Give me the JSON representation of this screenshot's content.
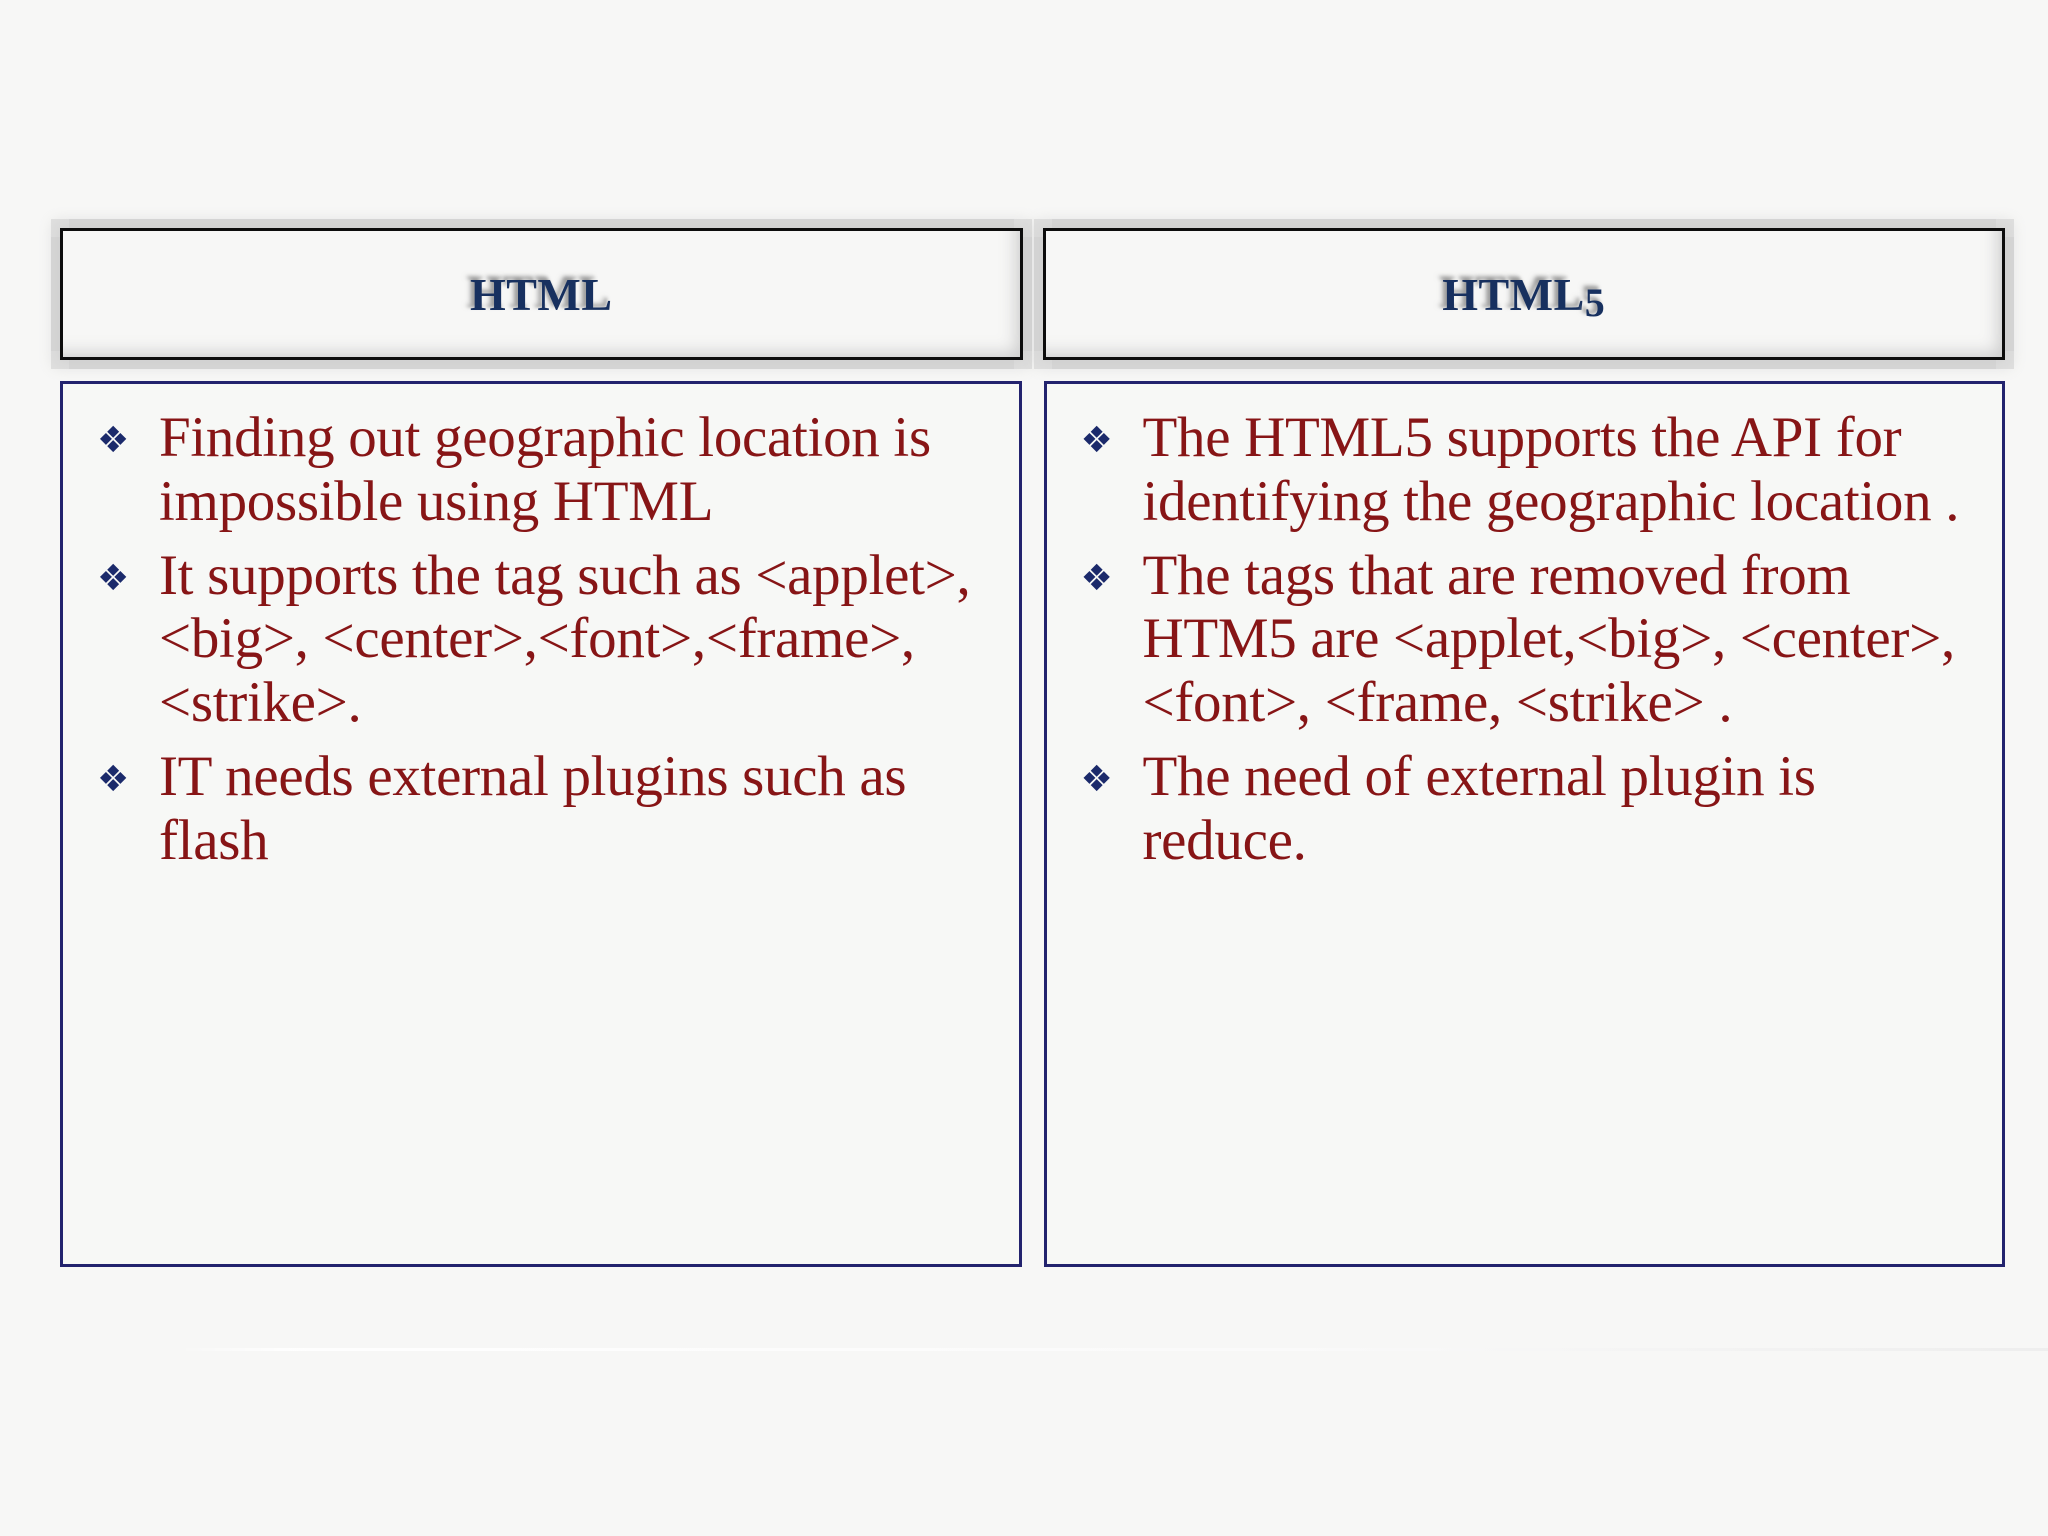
{
  "slide": {
    "background_color": "#f7f7f6",
    "accent_heading_color": "#17305f",
    "body_text_color": "#871516",
    "bullet_color": "#1b2a6b",
    "header_border_color": "#0d0d0d",
    "body_border_color": "#23236e"
  },
  "table": {
    "columns": [
      {
        "header": "HTML"
      },
      {
        "header_main": "HTML",
        "header_suffix": "5"
      }
    ],
    "left_column": {
      "header": "HTML",
      "bullets": [
        {
          "bullet": "❖",
          "text": "Finding out geographic location is impossible using HTML"
        },
        {
          "bullet": "❖",
          "text": "It supports the tag such as <applet>, <big>, <center>,<font>,<frame>,<strike>."
        },
        {
          "bullet": "❖",
          "text": "IT needs external plugins such as flash"
        }
      ]
    },
    "right_column": {
      "header_main": "HTML",
      "header_suffix": "5",
      "bullets": [
        {
          "bullet": "❖",
          "text": "The HTML5 supports the API for identifying the geographic location ."
        },
        {
          "bullet": "❖",
          "text": "The tags that are removed from HTM5 are <applet,<big>, <center>, <font>, <frame, <strike> ."
        },
        {
          "bullet": "❖",
          "text": "The need of external plugin is reduce."
        }
      ]
    }
  }
}
